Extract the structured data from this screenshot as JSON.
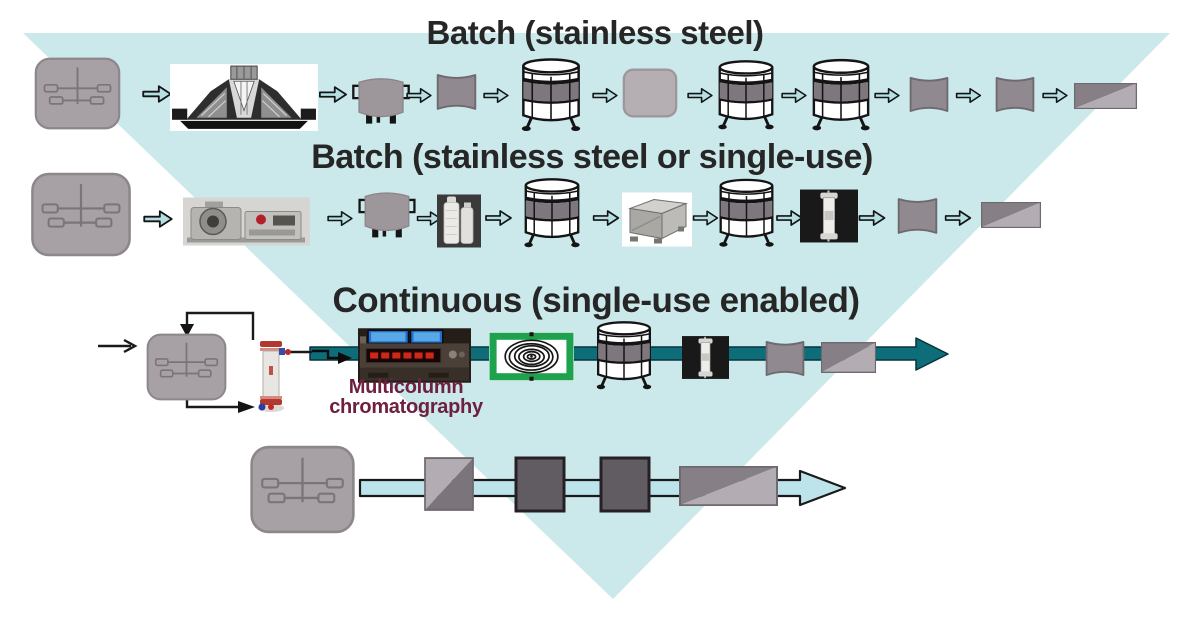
{
  "figure": {
    "type": "process-intensification-funnel-diagram",
    "titles": {
      "row1": "Batch (stainless steel)",
      "row2": "Batch (stainless steel or single-use)",
      "row3": "Continuous (single-use enabled)"
    },
    "labels": {
      "mcc_line1": "Multicolumn",
      "mcc_line2": "chromatography"
    },
    "colors": {
      "background": "#ffffff",
      "funnel_triangle": "#cbe8ea",
      "title_text": "#262626",
      "mcc_text": "#6e2040",
      "flow_arrow_fill": "#b5dfe3",
      "continuous_pipe": "#0d6e7a",
      "hybrid_pipe_fill": "#bce4ea",
      "equipment_gray": "#a7a1a6",
      "drum_band_gray": "#7e777e",
      "spiral_frame_green": "#1fa24e",
      "valve_red": "#b03a30"
    },
    "rows": [
      {
        "label": "Batch (stainless steel)",
        "items": [
          "stirred-tank-bioreactor",
          "disc-stack-centrifuge-photo",
          "harvest-tank",
          "membrane-column",
          "drum-tank",
          "hold-vessel",
          "drum-tank",
          "drum-tank",
          "membrane-column",
          "membrane-column",
          "filter-unit"
        ]
      },
      {
        "label": "Batch (stainless steel or single-use)",
        "items": [
          "stirred-tank-bioreactor",
          "single-use-centrifuge-photo",
          "harvest-tank",
          "filter-cartridges-photo",
          "drum-tank",
          "stainless-tote-photo",
          "drum-tank",
          "prepacked-column-photo",
          "membrane-column",
          "filter-unit"
        ]
      },
      {
        "label": "Continuous (single-use enabled)",
        "items": [
          "perfusion-bioreactor-with-cell-retention-column",
          "multicolumn-chromatography-photo",
          "coiled-flow-inverter-spiral",
          "drum-tank",
          "prepacked-column-photo",
          "membrane-column",
          "filter-unit"
        ]
      },
      {
        "label": "",
        "items": [
          "stirred-tank-bioreactor",
          "filter-unit",
          "process-module",
          "process-module",
          "filter-unit"
        ]
      }
    ]
  }
}
